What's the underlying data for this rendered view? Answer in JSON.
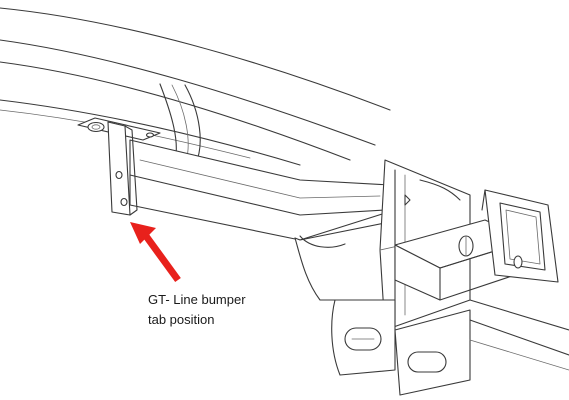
{
  "callout": {
    "line1": "GT- Line bumper",
    "line2": "tab position"
  },
  "arrow": {
    "color": "#e8211c",
    "icon": "arrow-up-left-icon"
  },
  "drawing": {
    "subject": "tow-hitch-receiver-crossmember-line-art",
    "line_color": "#3a3a3a"
  }
}
